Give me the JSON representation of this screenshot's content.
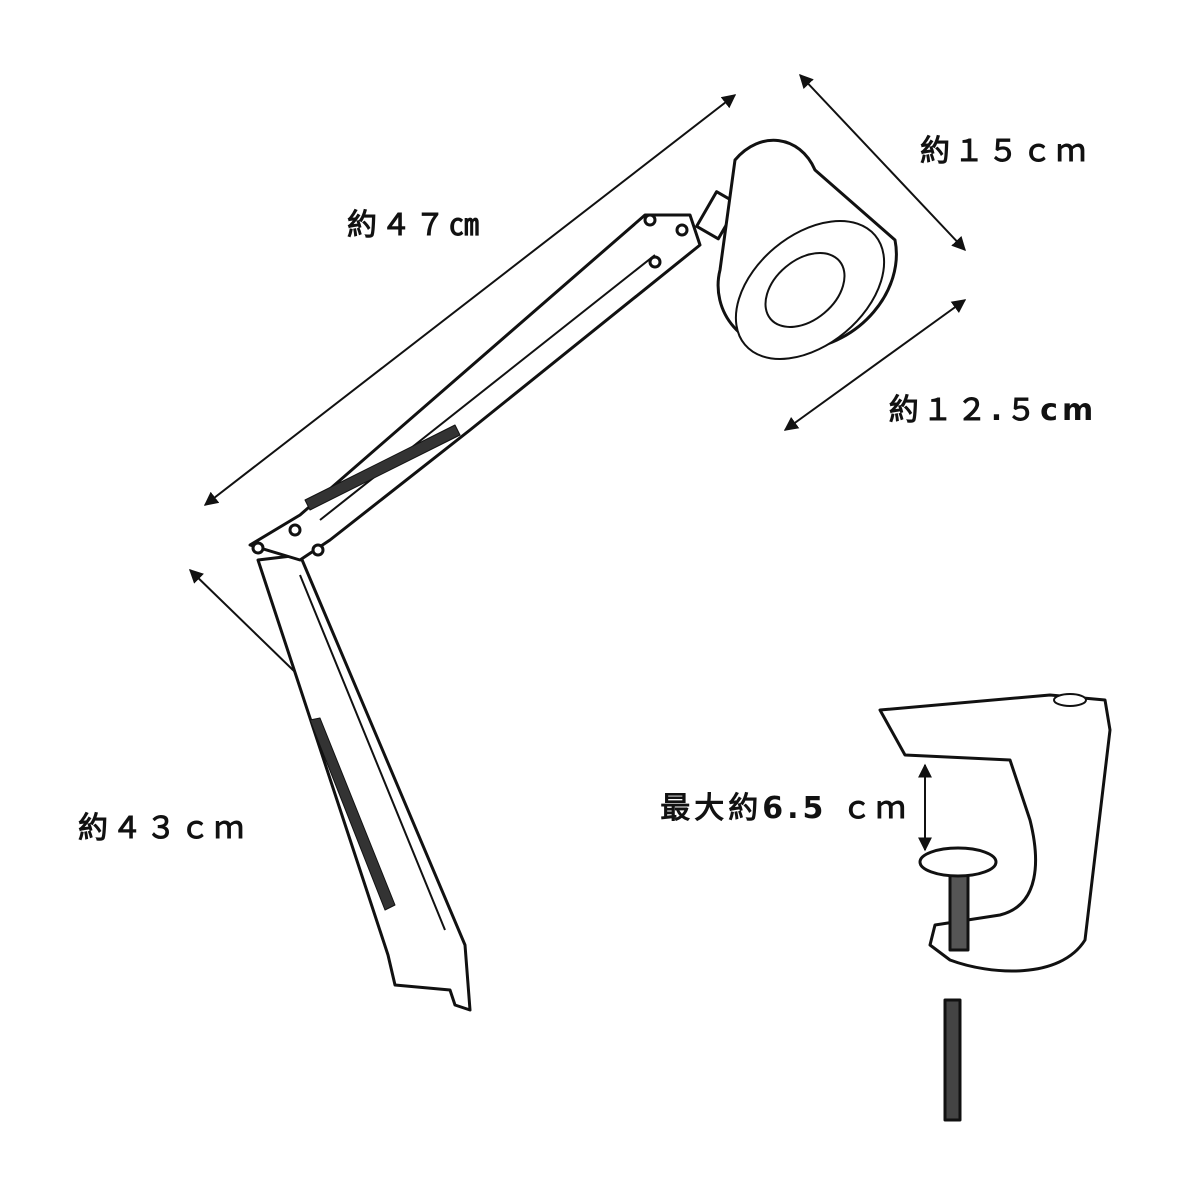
{
  "dimensions": {
    "arm_length": "約４７㎝",
    "shade_length": "約１５ｃｍ",
    "shade_diameter": "約１２.５cm",
    "lower_arm_length": "約４３ｃｍ",
    "clamp_max_opening": "最大約6.5 ｃｍ"
  },
  "colors": {
    "line": "#111111",
    "background": "#ffffff"
  }
}
